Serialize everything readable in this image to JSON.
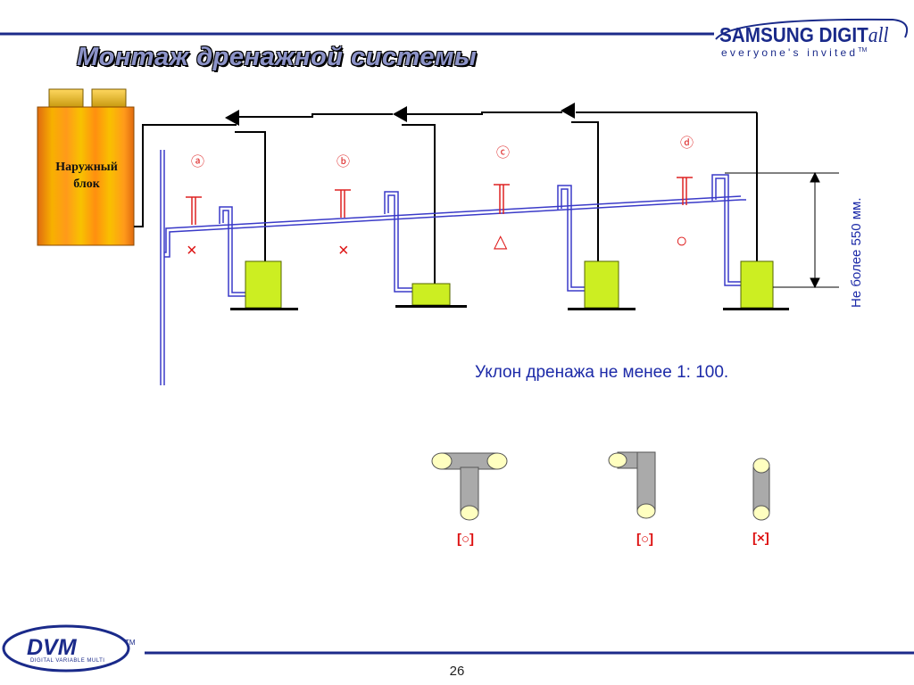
{
  "title": "Монтаж дренажной системы",
  "logo": {
    "main": "SAMSUNG DIGIT",
    "main_suffix": "all",
    "tagline": "everyone's invited",
    "tm": "TM"
  },
  "outdoor_unit": {
    "label_line1": "Наружный",
    "label_line2": "блок"
  },
  "cases": [
    "ⓐ",
    "ⓑ",
    "ⓒ",
    "ⓓ"
  ],
  "markers": [
    "×",
    "×",
    "△",
    "○"
  ],
  "height_note": "Не  более 550 мм.",
  "slope_note": "Уклон дренажа не менее 1: 100.",
  "pipe_examples": [
    {
      "shape": "tee",
      "verdict": "[○]"
    },
    {
      "shape": "elbow",
      "verdict": "[○]"
    },
    {
      "shape": "straight",
      "verdict": "[×]"
    }
  ],
  "footer": {
    "brand": "DVM",
    "brand_sub": "DIGITAL VARIABLE MULTI",
    "brand_tm": "TM",
    "page_number": "26"
  },
  "colors": {
    "pipe": "#3a3ac8",
    "unit": "#ccee22",
    "arrow": "#000000",
    "marker": "#dd2222",
    "rule": "#1c2a8a"
  }
}
